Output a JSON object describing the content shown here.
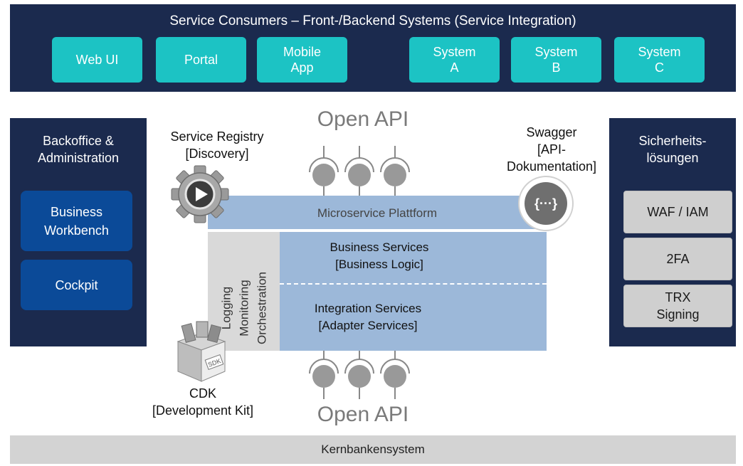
{
  "consumers": {
    "title": "Service Consumers – Front-/Backend Systems (Service Integration)",
    "items": [
      "Web UI",
      "Portal",
      "Mobile\nApp",
      "System\nA",
      "System\nB",
      "System\nC"
    ]
  },
  "backoffice": {
    "title": "Backoffice &\nAdministration",
    "items": [
      "Business\nWorkbench",
      "Cockpit"
    ]
  },
  "security": {
    "title": "Sicherheits-\nlösungen",
    "items": [
      "WAF / IAM",
      "2FA",
      "TRX\nSigning"
    ]
  },
  "registry": {
    "label": "Service Registry\n[Discovery]",
    "icon": "gear-play-icon"
  },
  "swagger": {
    "label": "Swagger\n[API-\nDokumentation]",
    "icon": "swagger-braces-icon",
    "glyph": "{···}"
  },
  "open_api_top": "Open API",
  "open_api_bottom": "Open API",
  "platform": {
    "title": "Microservice Plattform",
    "side_label": "Logging\nMonitoring\nOrchestration",
    "business_services": "Business Services\n[Business Logic]",
    "integration_services": "Integration Services\n[Adapter Services]"
  },
  "cdk": {
    "label": "CDK\n[Development Kit]",
    "icon": "sdk-box-icon",
    "badge": "SDK"
  },
  "core": {
    "label": "Kernbankensystem"
  },
  "colors": {
    "navy": "#1b2a4e",
    "teal": "#1cc3c4",
    "blue": "#0b4a98",
    "platform_blue": "#9cb8d9",
    "gray": "#cfcfcf"
  }
}
